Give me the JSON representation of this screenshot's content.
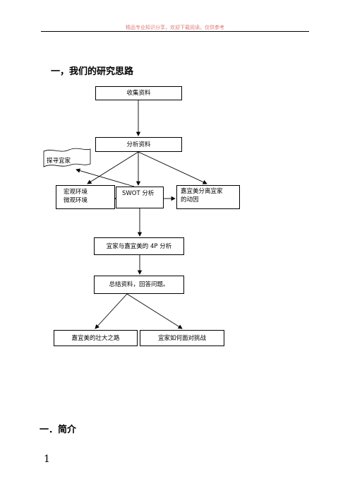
{
  "header": {
    "note": "精品专业知识分享，欢迎下载阅读。仅供参考"
  },
  "sections": {
    "research_heading": "一，我们的研究思路",
    "intro_heading": "一．简介"
  },
  "flowchart": {
    "collect": "收集资料",
    "analyze": "分析资料",
    "find_ikea": "探寻宜家",
    "macro_micro": "宏观环境\n微观环境",
    "swot": "SWOT 分析",
    "reason": "嘉宜美分离宜家\n的动因",
    "fourp": "宜家与嘉宜美的 4P 分析",
    "summary": "总结资料，回答问题。",
    "road": "嘉宜美的壮大之路",
    "face": "宜家如何面对挑战"
  },
  "footer": {
    "page_number": "1"
  }
}
